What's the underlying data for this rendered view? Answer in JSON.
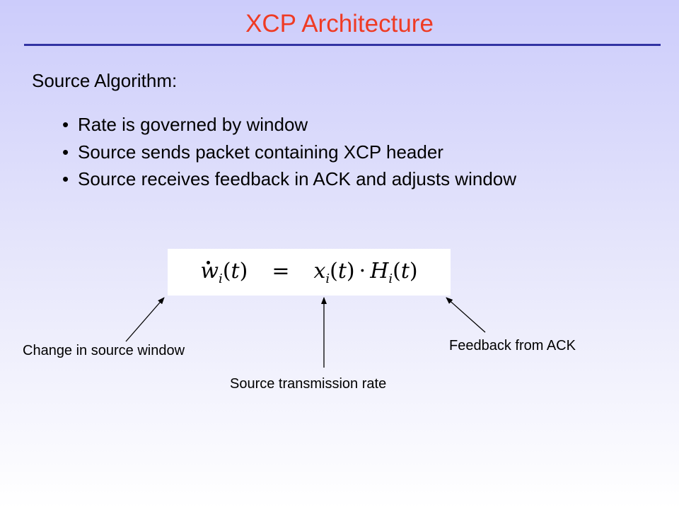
{
  "slide": {
    "title": "XCP Architecture",
    "subheading": "Source Algorithm:",
    "bullets": [
      "Rate is governed by window",
      "Source sends packet containing XCP header",
      "Source receives feedback in ACK and adjusts window"
    ],
    "bullet_symbol": "•"
  },
  "equation": {
    "lhs": "ẇ_i(t)",
    "relation": "=",
    "rhs": "x_i(t) · H_i(t)"
  },
  "annotations": {
    "change_window": "Change in source window",
    "transmission_rate": "Source transmission rate",
    "feedback": "Feedback from ACK"
  },
  "colors": {
    "title": "#ef3b24",
    "rule": "#3233a3",
    "background_top": "#ccccfb",
    "background_bottom": "#ffffff"
  }
}
